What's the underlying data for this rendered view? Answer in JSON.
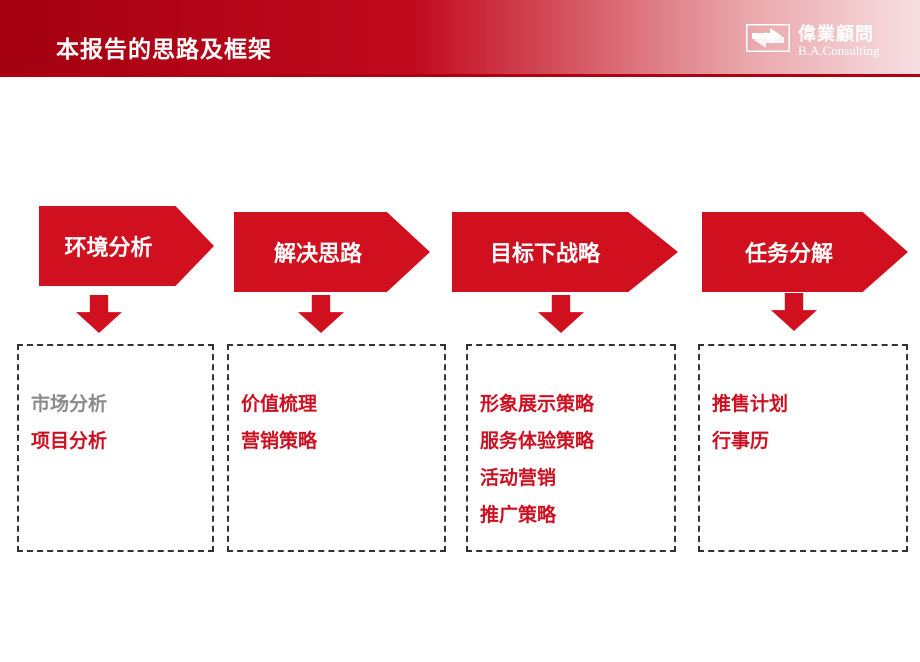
{
  "header": {
    "title": "本报告的思路及框架",
    "logo_cn": "偉業顧問",
    "logo_en": "B.A.Consulting"
  },
  "colors": {
    "accent": "#d0101e",
    "text_red": "#cc1122",
    "text_muted": "#8a8a8a",
    "border": "#333333"
  },
  "steps": [
    {
      "label": "环境分析",
      "items": [
        {
          "text": "市场分析",
          "style": "muted"
        },
        {
          "text": "项目分析",
          "style": "accent"
        }
      ]
    },
    {
      "label": "解决思路",
      "items": [
        {
          "text": "价值梳理",
          "style": "accent"
        },
        {
          "text": "营销策略",
          "style": "accent"
        }
      ]
    },
    {
      "label": "目标下战略",
      "items": [
        {
          "text": "形象展示策略",
          "style": "accent"
        },
        {
          "text": "服务体验策略",
          "style": "accent"
        },
        {
          "text": "活动营销",
          "style": "accent"
        },
        {
          "text": "推广策略",
          "style": "accent"
        }
      ]
    },
    {
      "label": "任务分解",
      "items": [
        {
          "text": "推售计划",
          "style": "accent"
        },
        {
          "text": "行事历",
          "style": "accent"
        }
      ]
    }
  ]
}
